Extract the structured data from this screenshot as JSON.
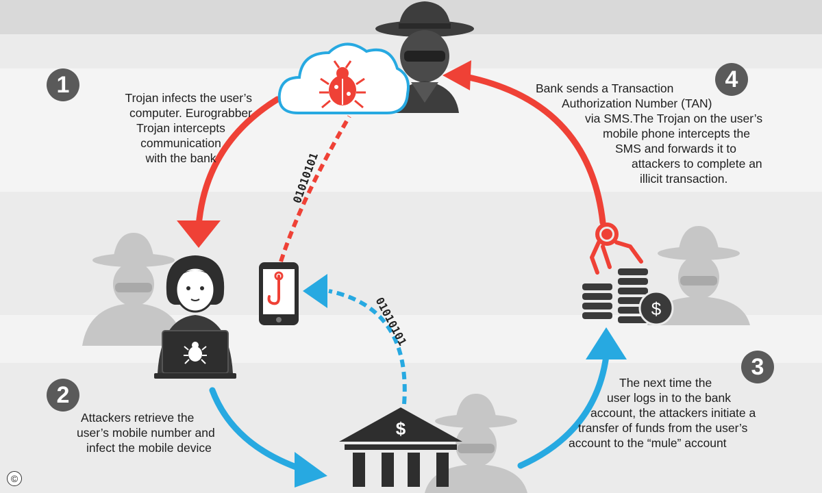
{
  "steps": [
    {
      "number": "1",
      "lines": [
        "Trojan infects the user’s",
        "computer.  Eurograbber",
        "Trojan intercepts",
        "communication",
        "with the bank"
      ]
    },
    {
      "number": "2",
      "lines": [
        "Attackers retrieve the",
        "user’s mobile number and",
        "infect the mobile device"
      ]
    },
    {
      "number": "3",
      "lines": [
        "The next time the",
        "user logs in to the bank",
        "account, the attackers initiate a",
        "transfer of funds from the user’s",
        "account to the “mule” account"
      ]
    },
    {
      "number": "4",
      "lines": [
        "Bank sends a Transaction",
        "Authorization Number (TAN)",
        "via SMS.The Trojan on the user’s",
        "mobile phone intercepts the",
        "SMS and forwards it to",
        "attackers to complete an",
        "illicit transaction."
      ]
    }
  ],
  "binary_labels": {
    "upper": "01010101",
    "lower": "01010101"
  },
  "bank_symbol": "$",
  "coin_symbol": "$",
  "copyright_symbol": "©",
  "colors": {
    "red_arrow": "#ef4136",
    "blue_arrow": "#27a9e1",
    "dark_gray": "#3a3a3a",
    "light_gray_figure": "#c4c4c4",
    "badge_gray": "#5a5a5a"
  },
  "icons": [
    "cloud-bug-icon",
    "hacker-icon",
    "user-laptop-icon",
    "smartphone-hook-icon",
    "bank-icon",
    "claw-icon",
    "coin-stack-icon",
    "ghost-hacker-icon"
  ]
}
